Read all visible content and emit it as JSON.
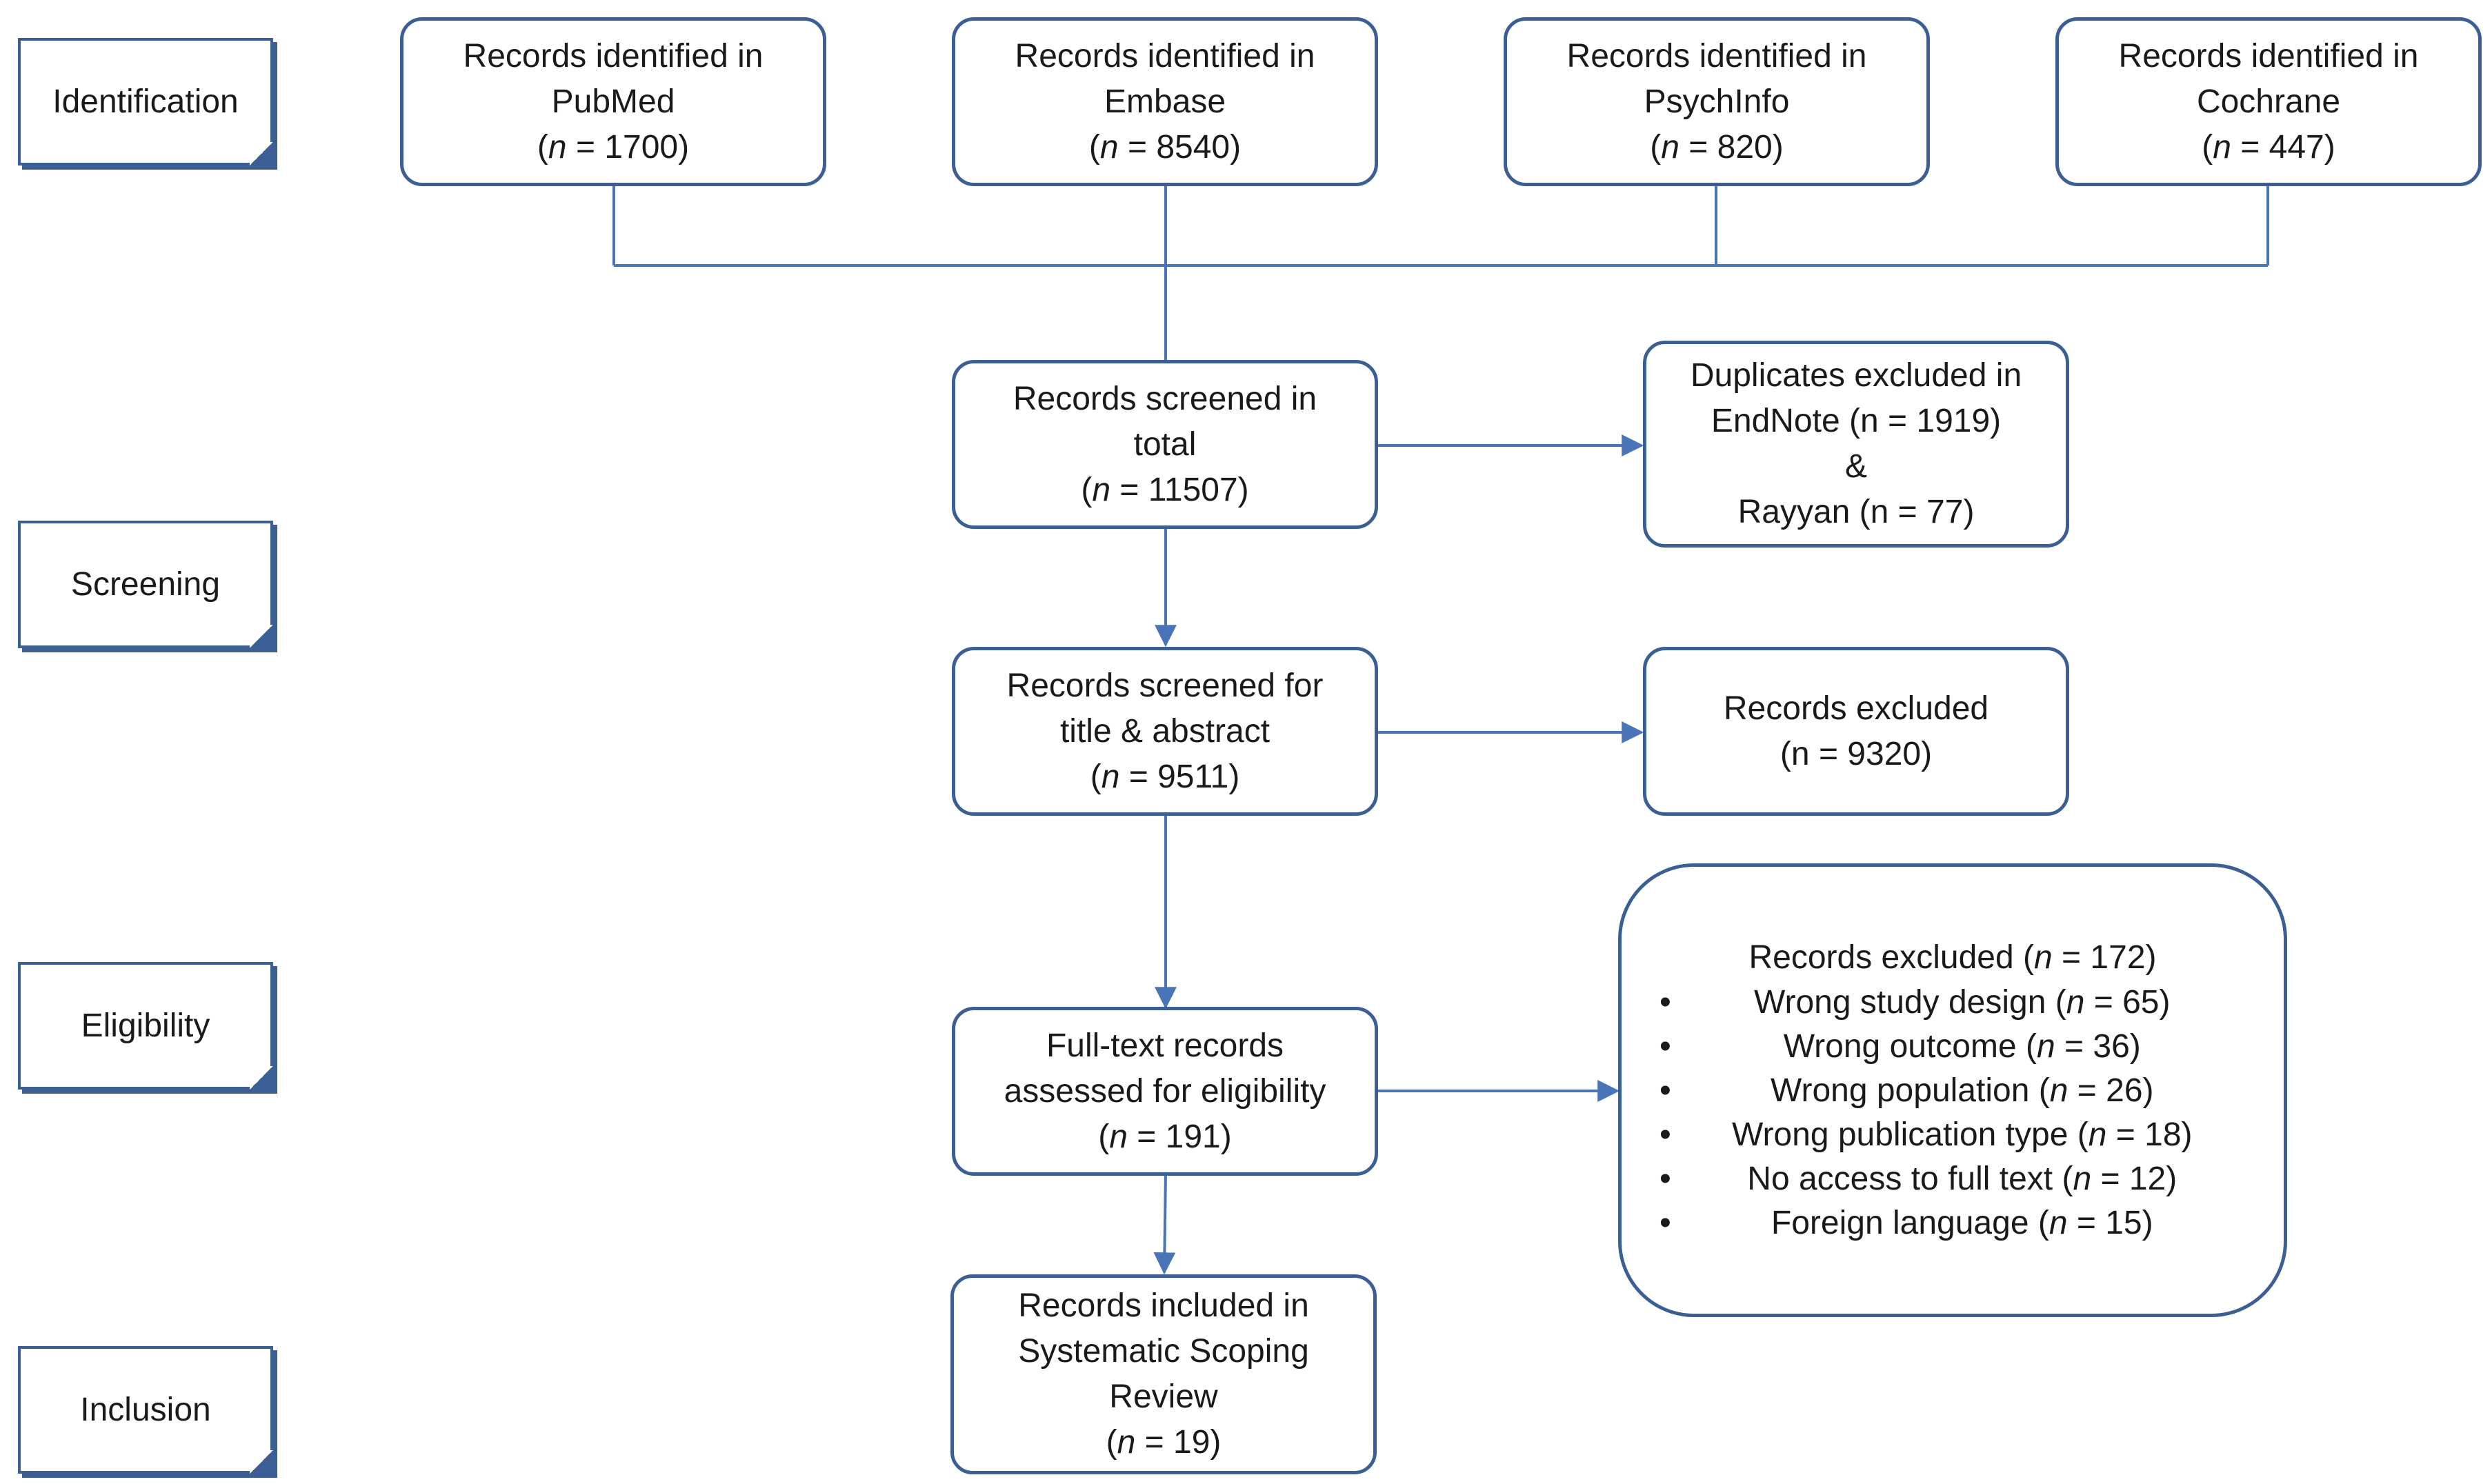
{
  "stages": {
    "identification": "Identification",
    "screening": "Screening",
    "eligibility": "Eligibility",
    "inclusion": "Inclusion"
  },
  "sources": [
    {
      "line1": "Records identified in",
      "line2": "PubMed",
      "pre": "(",
      "n": "n",
      "post": " = 1700)"
    },
    {
      "line1": "Records identified in",
      "line2": "Embase",
      "pre": "(",
      "n": "n",
      "post": " = 8540)"
    },
    {
      "line1": "Records identified in",
      "line2": "PsychInfo",
      "pre": "(",
      "n": "n",
      "post": " = 820)"
    },
    {
      "line1": "Records identified in",
      "line2": "Cochrane",
      "pre": "(",
      "n": "n",
      "post": " = 447)"
    }
  ],
  "screened_total": {
    "line1": "Records screened in",
    "line2": "total",
    "pre": "(",
    "n": "n",
    "post": " = 11507)"
  },
  "duplicates": {
    "line1": "Duplicates excluded in",
    "line2": "EndNote (n = 1919)",
    "line3": "&",
    "line4": "Rayyan (n = 77)"
  },
  "screened_title": {
    "line1": "Records screened for",
    "line2": "title & abstract",
    "pre": "(",
    "n": "n",
    "post": " = 9511)"
  },
  "excluded_title": {
    "line1": "Records excluded",
    "line2": "(n = 9320)"
  },
  "fulltext": {
    "line1": "Full-text records",
    "line2": "assessed for eligibility",
    "pre": "(",
    "n": "n",
    "post": " = 191)"
  },
  "excluded_fulltext": {
    "title_pre": "Records excluded (",
    "title_n": "n",
    "title_post": " = 172)",
    "reasons": [
      {
        "pre": "Wrong study design (",
        "n": "n",
        "post": " = 65)"
      },
      {
        "pre": "Wrong outcome (",
        "n": "n",
        "post": " = 36)"
      },
      {
        "pre": "Wrong population (",
        "n": "n",
        "post": " = 26)"
      },
      {
        "pre": "Wrong publication type (",
        "n": "n",
        "post": " = 18)"
      },
      {
        "pre": "No access to full text (",
        "n": "n",
        "post": " = 12)"
      },
      {
        "pre": "Foreign language (",
        "n": "n",
        "post": " = 15)"
      }
    ]
  },
  "included": {
    "line1": "Records included in",
    "line2": "Systematic Scoping",
    "line3": "Review",
    "pre": "(",
    "n": "n",
    "post": " = 19)"
  },
  "colors": {
    "line": "#4a74b8",
    "border": "#3b5f94"
  }
}
